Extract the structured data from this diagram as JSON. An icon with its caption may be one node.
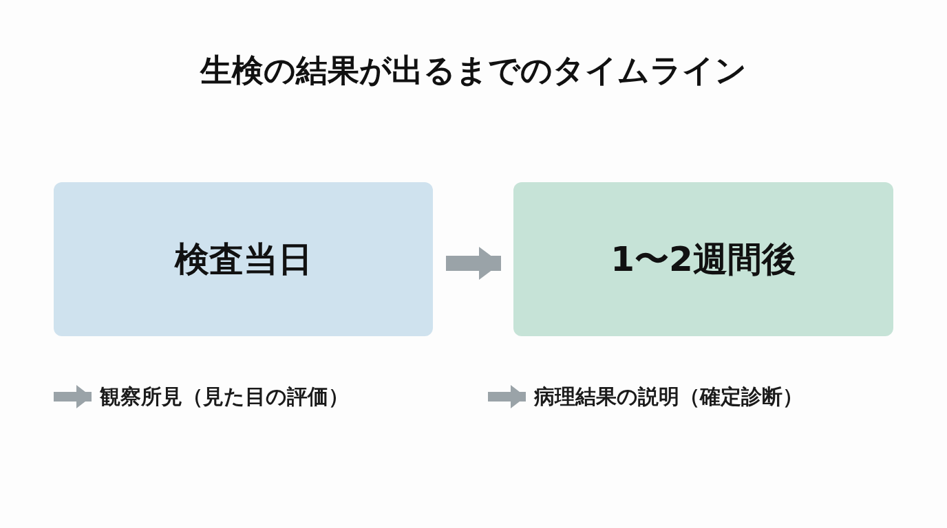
{
  "diagram": {
    "title": "生検の結果が出るまでのタイムライン",
    "nodes": [
      {
        "text": [
          "検査当日"
        ]
      },
      {
        "text": [
          "1〜2週間後"
        ]
      },
      {
        "text": [
          "観察所見（見た目の評価）"
        ]
      },
      {
        "text": [
          "病理結果の説明（確定診断）"
        ]
      }
    ],
    "edges": [
      {
        "from": 0,
        "to": 1,
        "arrow": "to"
      },
      {
        "from": null,
        "to": 2,
        "arrow": "to"
      },
      {
        "from": null,
        "to": 3,
        "arrow": "to"
      }
    ]
  }
}
